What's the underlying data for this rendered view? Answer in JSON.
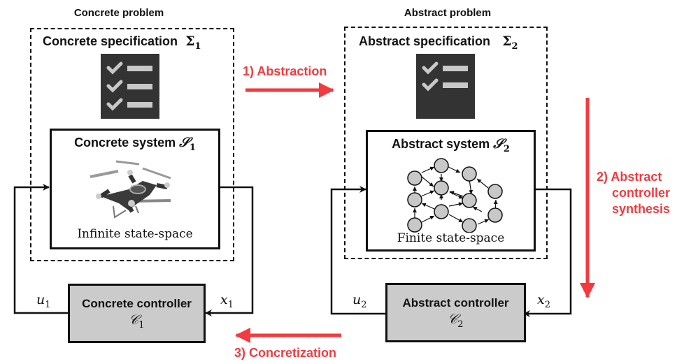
{
  "concrete": {
    "problem_title": "Concrete problem",
    "spec_label": "Concrete specification",
    "spec_symbol": "Σ",
    "spec_index": "1",
    "spec_checklist_items": 3,
    "system_label": "Concrete system",
    "system_symbol": "𝒮",
    "system_index": "1",
    "system_caption": "Infinite state-space",
    "system_icon": "drone-icon",
    "controller_label": "Concrete controller",
    "controller_symbol": "𝒞",
    "controller_index": "1",
    "input_var": "u",
    "input_index": "1",
    "state_var": "x",
    "state_index": "1"
  },
  "abstract": {
    "problem_title": "Abstract problem",
    "spec_label": "Abstract specification",
    "spec_symbol": "Σ",
    "spec_index": "2",
    "spec_checklist_items": 2,
    "system_label": "Abstract system",
    "system_symbol": "𝒮",
    "system_index": "2",
    "system_caption": "Finite state-space",
    "system_icon": "state-graph-icon",
    "controller_label": "Abstract controller",
    "controller_symbol": "𝒞",
    "controller_index": "2",
    "input_var": "u",
    "input_index": "2",
    "state_var": "x",
    "state_index": "2"
  },
  "steps": {
    "step1": "1) Abstraction",
    "step2_line1": "2) Abstract",
    "step2_line2": "controller",
    "step2_line3": "synthesis",
    "step3": "3) Concretization"
  },
  "colors": {
    "accent_red": "#f23a3f",
    "controller_fill": "#cbcbcb",
    "spec_icon_bg": "#333333"
  }
}
